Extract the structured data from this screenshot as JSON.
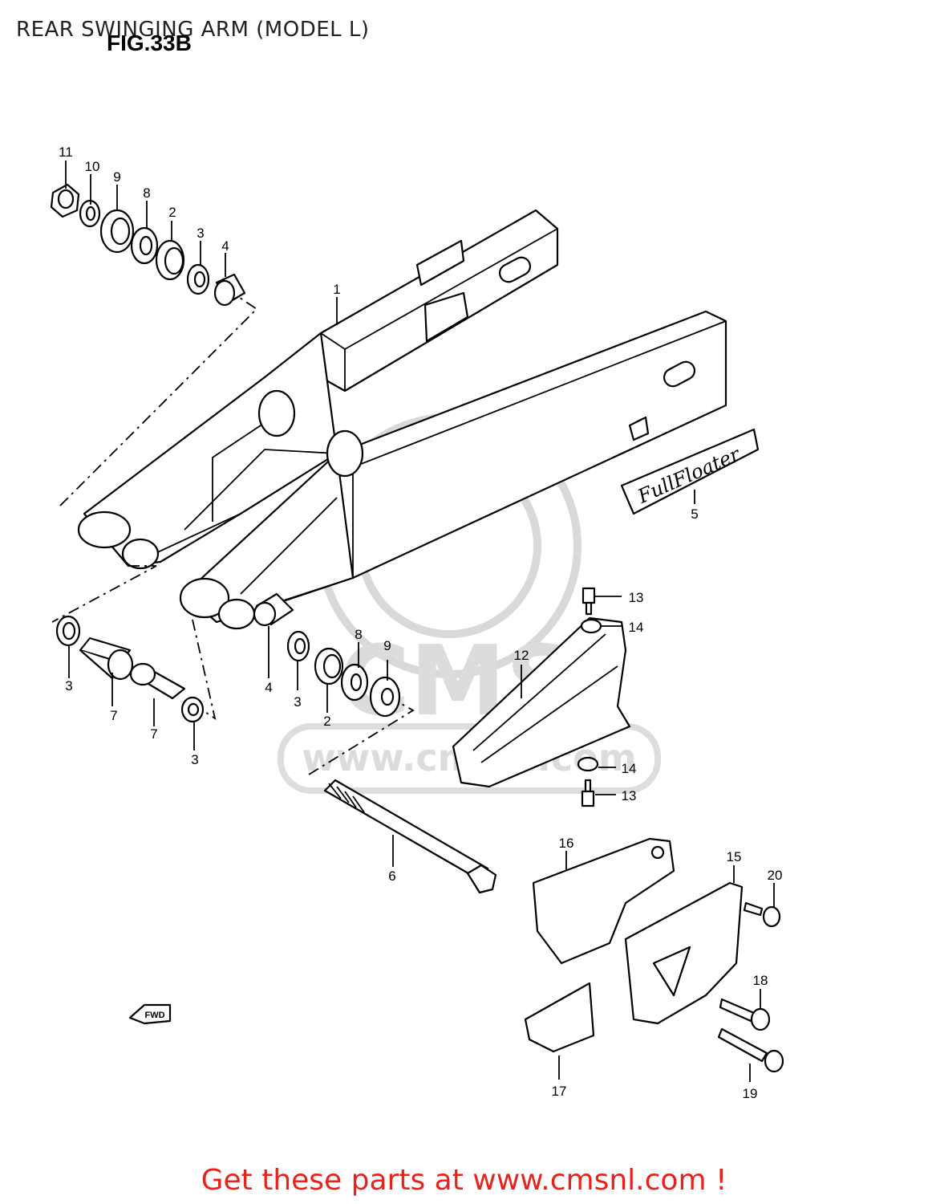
{
  "header": {
    "title": "REAR SWINGING ARM (MODEL L)",
    "figure": "FIG.33B"
  },
  "footer": {
    "cta": "Get these parts at www.cmsnl.com !"
  },
  "watermark": {
    "brand": "CMS",
    "url": "www.cmsnl.com"
  },
  "decal_text": "FullFloater",
  "fwd_label": "FWD",
  "colors": {
    "footer": "#e8231b",
    "line": "#000000",
    "watermark": "#d9d9d9"
  },
  "callouts": {
    "c1": "1",
    "c2a": "2",
    "c2b": "2",
    "c3a": "3",
    "c3b": "3",
    "c3c": "3",
    "c3d": "3",
    "c4a": "4",
    "c4b": "4",
    "c5": "5",
    "c6": "6",
    "c7a": "7",
    "c7b": "7",
    "c8a": "8",
    "c8b": "8",
    "c9a": "9",
    "c9b": "9",
    "c10": "10",
    "c11": "11",
    "c12": "12",
    "c13a": "13",
    "c13b": "13",
    "c14a": "14",
    "c14b": "14",
    "c15": "15",
    "c16": "16",
    "c17": "17",
    "c18": "18",
    "c19": "19",
    "c20": "20"
  }
}
